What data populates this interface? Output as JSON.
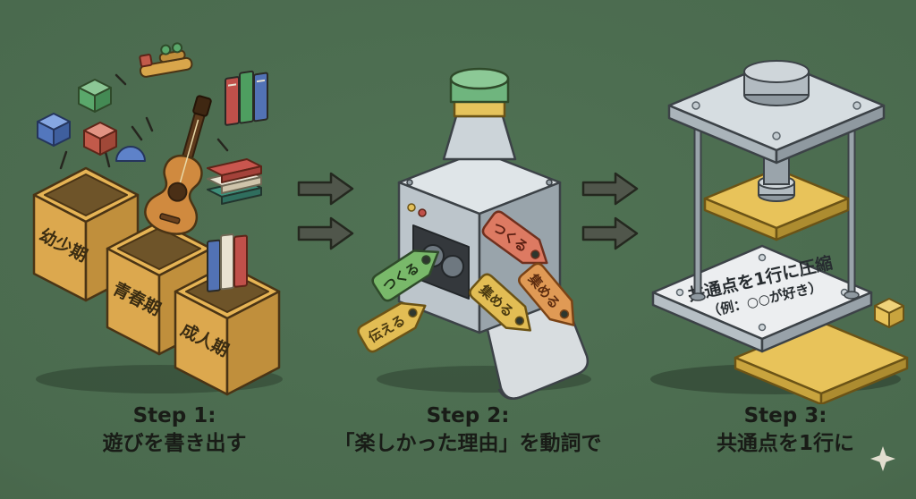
{
  "palette": {
    "background": "#4c6b51",
    "box_tan": "#e6b455",
    "machine_gray": "#dfe5e8",
    "accent_yellow": "#e5c35c",
    "accent_green": "#6fb57e",
    "accent_red": "#dd7a62",
    "caption_text": "#191c17"
  },
  "icons": {
    "sparkle": "✦",
    "arrow": "block-arrow-right"
  },
  "step1": {
    "caption_title": "Step 1:",
    "caption_text": "遊びを書き出す",
    "box_labels": [
      "幼少期",
      "青春期",
      "成人期"
    ]
  },
  "step2": {
    "caption_title": "Step 2:",
    "caption_text": "「楽しかった理由」を動詞で",
    "input_tags": [
      "つくる",
      "伝える"
    ],
    "output_tags": [
      "つくる",
      "集める",
      "集める"
    ]
  },
  "step3": {
    "caption_title": "Step 3:",
    "caption_text": "共通点を1行に",
    "plate_line1": "共通点を1行に圧縮",
    "plate_line2": "（例：○○が好き）"
  }
}
